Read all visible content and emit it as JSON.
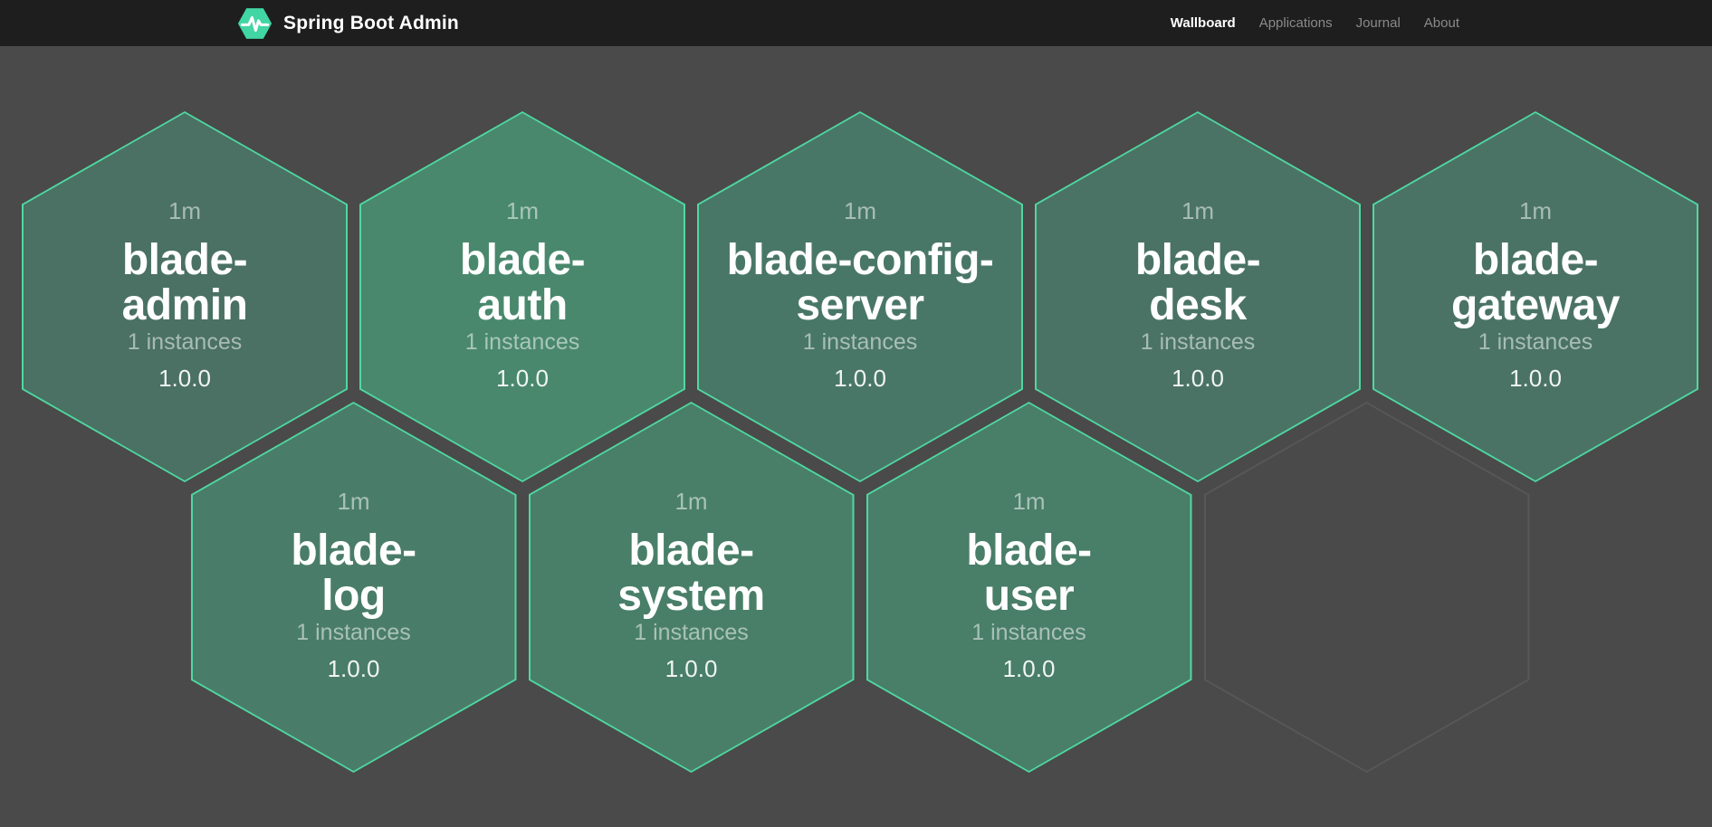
{
  "navbar": {
    "brand": "Spring Boot Admin",
    "logo_icon": "pulse-hexagon-icon",
    "colors": {
      "background": "#1e1e1e",
      "brand_teal": "#41d6a3",
      "active_link": "#ffffff",
      "inactive_link": "#8a8a8a"
    },
    "items": [
      {
        "label": "Wallboard",
        "active": true
      },
      {
        "label": "Applications",
        "active": false
      },
      {
        "label": "Journal",
        "active": false
      },
      {
        "label": "About",
        "active": false
      }
    ]
  },
  "wallboard": {
    "background": "#4a4a4a",
    "hex_border": "#4fd8a2",
    "empty_outline": "#585858",
    "applications": [
      {
        "name": "blade-admin",
        "name_lines": [
          "blade-",
          "admin"
        ],
        "uptime": "1m",
        "instances": "1 instances",
        "version": "1.0.0",
        "fill": "#4a7163"
      },
      {
        "name": "blade-auth",
        "name_lines": [
          "blade-",
          "auth"
        ],
        "uptime": "1m",
        "instances": "1 instances",
        "version": "1.0.0",
        "fill": "#49886d"
      },
      {
        "name": "blade-config-server",
        "name_lines": [
          "blade-config-",
          "server"
        ],
        "uptime": "1m",
        "instances": "1 instances",
        "version": "1.0.0",
        "fill": "#497767"
      },
      {
        "name": "blade-desk",
        "name_lines": [
          "blade-",
          "desk"
        ],
        "uptime": "1m",
        "instances": "1 instances",
        "version": "1.0.0",
        "fill": "#4a7365"
      },
      {
        "name": "blade-gateway",
        "name_lines": [
          "blade-",
          "gateway"
        ],
        "uptime": "1m",
        "instances": "1 instances",
        "version": "1.0.0",
        "fill": "#4a7366"
      },
      {
        "name": "blade-log",
        "name_lines": [
          "blade-",
          "log"
        ],
        "uptime": "1m",
        "instances": "1 instances",
        "version": "1.0.0",
        "fill": "#4a7d69"
      },
      {
        "name": "blade-system",
        "name_lines": [
          "blade-",
          "system"
        ],
        "uptime": "1m",
        "instances": "1 instances",
        "version": "1.0.0",
        "fill": "#497f68"
      },
      {
        "name": "blade-user",
        "name_lines": [
          "blade-",
          "user"
        ],
        "uptime": "1m",
        "instances": "1 instances",
        "version": "1.0.0",
        "fill": "#497e68"
      }
    ],
    "empty_slots": 1
  }
}
